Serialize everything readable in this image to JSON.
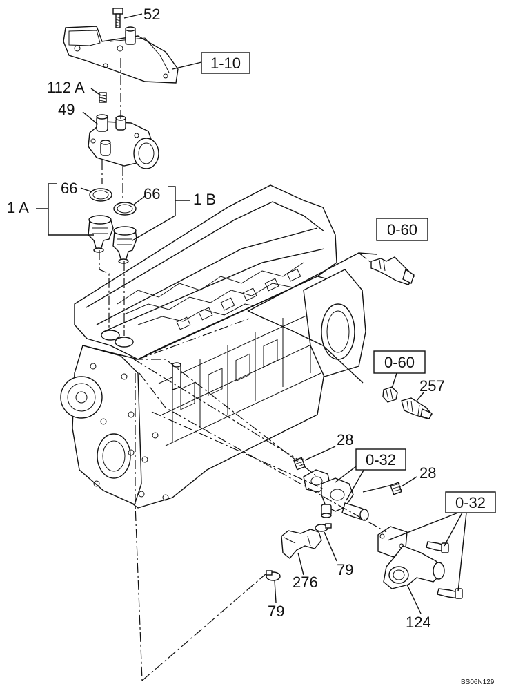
{
  "labels": {
    "p52": "52",
    "p112a": "112 A",
    "p49": "49",
    "p66_left": "66",
    "p66_right": "66",
    "g1a": "1 A",
    "g1b": "1 B",
    "p257": "257",
    "p28_upper": "28",
    "p28_right": "28",
    "p79_right": "79",
    "p276": "276",
    "p79_lower": "79",
    "p124": "124"
  },
  "refs": {
    "r110": "1-10",
    "r060_top": "0-60",
    "r060_mid": "0-60",
    "r032_mid": "0-32",
    "r032_right": "0-32"
  },
  "drawing_code": "BS06N129"
}
